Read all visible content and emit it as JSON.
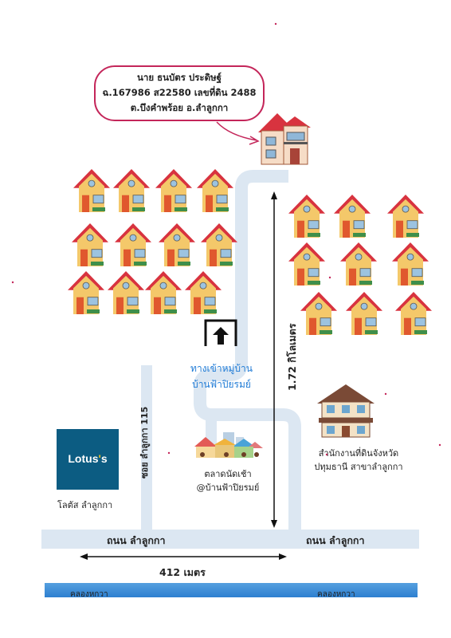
{
  "callout": {
    "line1": "นาย ธนบัตร ประดิษฐ์",
    "line2": "ฉ.167986 ส22580 เลขที่ดิน 2488",
    "line3": "ต.บึงคำพร้อย อ.ลำลูกกา"
  },
  "entrance": {
    "line1": "ทางเข้าหมู่บ้าน",
    "line2": "บ้านฟ้าปิยรมย์"
  },
  "distance_vertical": "1.72 กิโลเมตร",
  "distance_horizontal": "412 เมตร",
  "land_office": {
    "line1": "สำนักงานที่ดินจังหวัด",
    "line2": "ปทุมธานี สาขาลำลูกกา"
  },
  "market": {
    "line1": "ตลาดนัดเช้า",
    "line2": "@บ้านฟ้าปิยรมย์"
  },
  "lotus": {
    "logo_text": "Lotus's",
    "caption": "โลตัส ลำลูกกา"
  },
  "soi_label": "ซอย ลำลูกกา 115",
  "road_left": "ถนน ลำลูกกา",
  "road_right": "ถนน ลำลูกกา",
  "canal_left": "คลองหกวา",
  "canal_right": "คลองหกวา",
  "colors": {
    "road": "#dce7f2",
    "canal": "#2d7fd0",
    "callout_border": "#c4265a",
    "lotus_bg": "#0c5c82",
    "roof": "#d8333f",
    "wall": "#f4c86a",
    "label_blue": "#1f7bd6"
  },
  "icons": [
    "house-icon",
    "target-house-icon",
    "entrance-arrow-icon",
    "market-icon",
    "land-office-icon"
  ]
}
